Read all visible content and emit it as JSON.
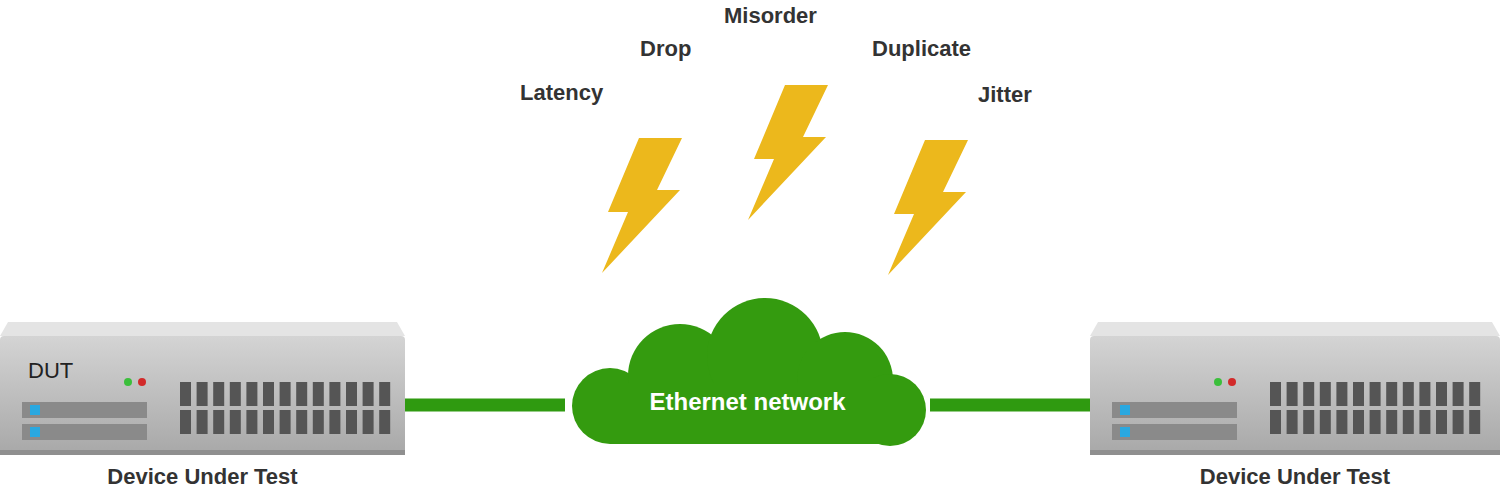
{
  "diagram": {
    "nodes": [
      {
        "text": [
          "DUT",
          "Device Under Test"
        ]
      },
      {
        "text": [
          "Ethernet network"
        ]
      },
      {
        "text": [
          "Device Under Test"
        ]
      }
    ],
    "edges": [
      {
        "from": 0,
        "to": 1,
        "arrow": "none"
      },
      {
        "from": 1,
        "to": 2,
        "arrow": "none"
      }
    ],
    "labels": [
      "Latency",
      "Drop",
      "Misorder",
      "Duplicate",
      "Jitter"
    ]
  }
}
